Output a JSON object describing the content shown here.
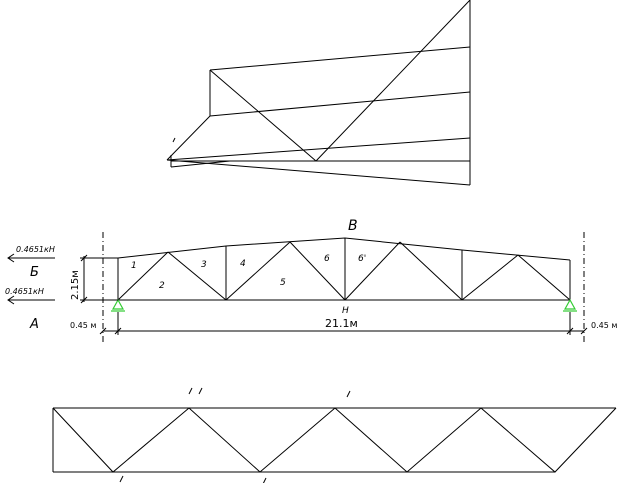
{
  "labels": {
    "top_node": "В",
    "left_load_upper": "Б",
    "left_load_lower": "А",
    "bottom_node": "Н",
    "force_upper": "0.4651кН",
    "force_lower": "0.4651кН",
    "height": "2.15м",
    "span": "21.1м",
    "left_overhang": "0.45 м",
    "right_overhang": "0.45 м",
    "panel_1": "1",
    "panel_2": "2",
    "panel_3": "3",
    "panel_4": "4",
    "panel_5": "5",
    "panel_6": "6",
    "panel_6p": "6'"
  },
  "colors": {
    "line": "#000000",
    "support": "#33cc33"
  }
}
